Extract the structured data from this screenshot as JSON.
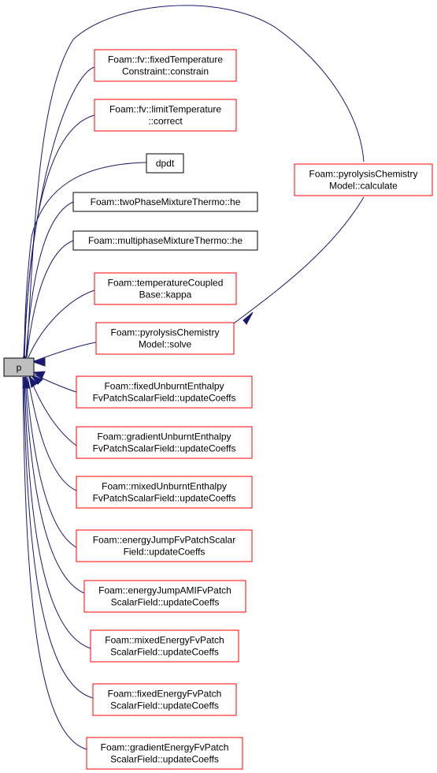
{
  "diagram": {
    "root": {
      "label": "p"
    },
    "nodes": [
      {
        "id": "fixedTemperatureConstraint",
        "lines": [
          "Foam::fv::fixedTemperature",
          "Constraint::constrain"
        ],
        "border": "#ff0000"
      },
      {
        "id": "limitTemperature",
        "lines": [
          "Foam::fv::limitTemperature",
          "::correct"
        ],
        "border": "#ff0000"
      },
      {
        "id": "dpdt",
        "lines": [
          "dpdt"
        ],
        "border": "#000000"
      },
      {
        "id": "twoPhaseMixtureThermo",
        "lines": [
          "Foam::twoPhaseMixtureThermo::he"
        ],
        "border": "#000000"
      },
      {
        "id": "multiphaseMixtureThermo",
        "lines": [
          "Foam::multiphaseMixtureThermo::he"
        ],
        "border": "#000000"
      },
      {
        "id": "temperatureCoupledBase",
        "lines": [
          "Foam::temperatureCoupled",
          "Base::kappa"
        ],
        "border": "#ff0000"
      },
      {
        "id": "pyrolysisSolve",
        "lines": [
          "Foam::pyrolysisChemistry",
          "Model::solve"
        ],
        "border": "#ff0000"
      },
      {
        "id": "fixedUnburntEnthalpy",
        "lines": [
          "Foam::fixedUnburntEnthalpy",
          "FvPatchScalarField::updateCoeffs"
        ],
        "border": "#ff0000"
      },
      {
        "id": "gradientUnburntEnthalpy",
        "lines": [
          "Foam::gradientUnburntEnthalpy",
          "FvPatchScalarField::updateCoeffs"
        ],
        "border": "#ff0000"
      },
      {
        "id": "mixedUnburntEnthalpy",
        "lines": [
          "Foam::mixedUnburntEnthalpy",
          "FvPatchScalarField::updateCoeffs"
        ],
        "border": "#ff0000"
      },
      {
        "id": "energyJump",
        "lines": [
          "Foam::energyJumpFvPatchScalar",
          "Field::updateCoeffs"
        ],
        "border": "#ff0000"
      },
      {
        "id": "energyJumpAMI",
        "lines": [
          "Foam::energyJumpAMIFvPatch",
          "ScalarField::updateCoeffs"
        ],
        "border": "#ff0000"
      },
      {
        "id": "mixedEnergy",
        "lines": [
          "Foam::mixedEnergyFvPatch",
          "ScalarField::updateCoeffs"
        ],
        "border": "#ff0000"
      },
      {
        "id": "fixedEnergy",
        "lines": [
          "Foam::fixedEnergyFvPatch",
          "ScalarField::updateCoeffs"
        ],
        "border": "#ff0000"
      },
      {
        "id": "gradientEnergy",
        "lines": [
          "Foam::gradientEnergyFvPatch",
          "ScalarField::updateCoeffs"
        ],
        "border": "#ff0000"
      },
      {
        "id": "pyrolysisCalculate",
        "lines": [
          "Foam::pyrolysisChemistry",
          "Model::calculate"
        ],
        "border": "#ff0000"
      }
    ],
    "colors": {
      "edge": "#191970",
      "root_fill": "#bfbfbf",
      "node_fill": "#ffffff"
    }
  }
}
